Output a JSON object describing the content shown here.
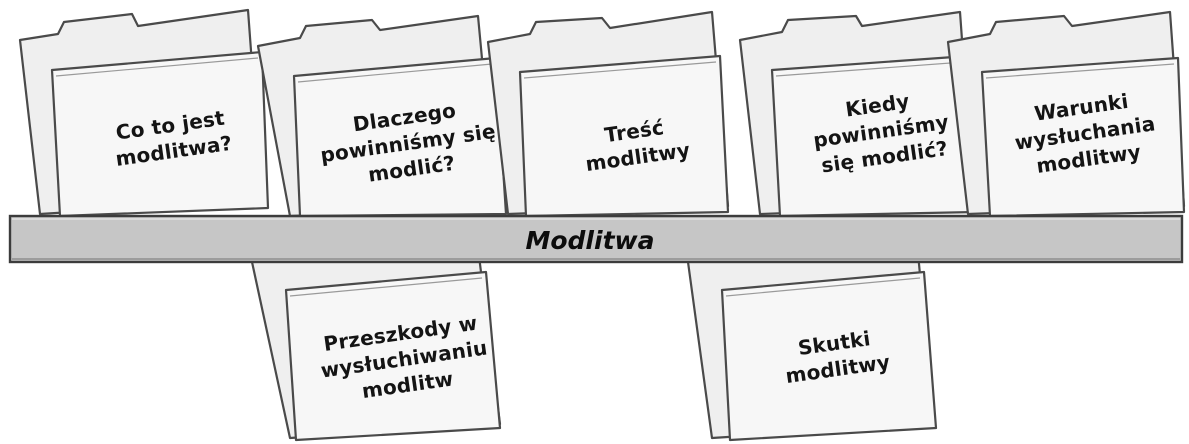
{
  "diagram": {
    "center_label": "Modlitwa",
    "top_folders": [
      {
        "label": "Co to jest\nmodlitwa?"
      },
      {
        "label": "Dlaczego\npowinniśmy się\nmodlić?"
      },
      {
        "label": "Treść\nmodlitwy"
      },
      {
        "label": "Kiedy\npowinniśmy\nsię modlić?"
      },
      {
        "label": "Warunki\nwysłuchania\nmodlitwy"
      }
    ],
    "bottom_folders": [
      {
        "label": "Przeszkody w\nwysłuchiwaniu\nmodlitw"
      },
      {
        "label": "Skutki\nmodlitwy"
      }
    ],
    "colors": {
      "bar_fill": "#c6c6c6",
      "folder_fill": "#f7f7f7",
      "folder_back_fill": "#efefef",
      "outline": "#4a4a4a",
      "text": "#141414"
    }
  }
}
